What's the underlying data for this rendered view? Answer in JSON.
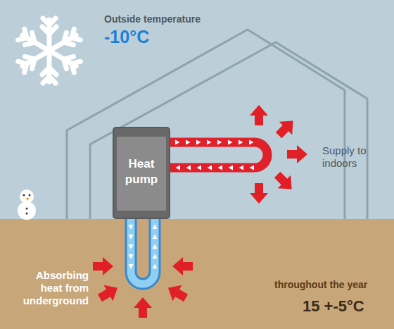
{
  "diagram": {
    "nodes": [
      {
        "text": [
          "Heat pump"
        ]
      }
    ],
    "labels": [
      "Outside temperature",
      "-10°C",
      "Supply to indoors",
      "Absorbing heat from underground",
      "throughout the year",
      "15 +-5°C"
    ]
  }
}
